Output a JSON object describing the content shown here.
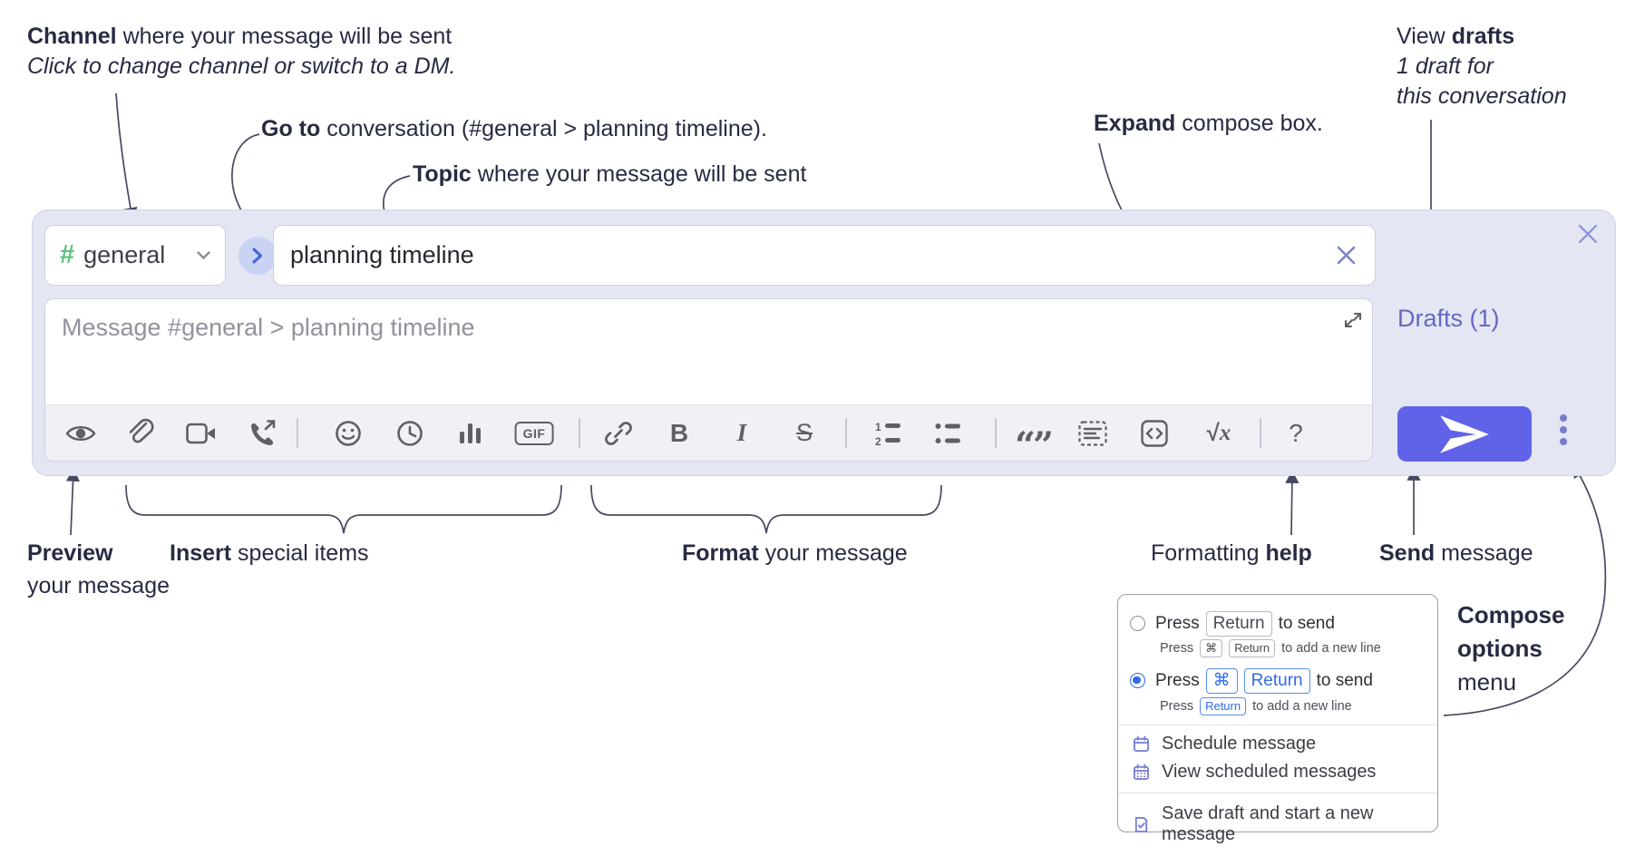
{
  "annotations": {
    "channel": {
      "bold": "Channel",
      "rest": " where your message will be sent",
      "line2": "Click to change channel or switch to a DM."
    },
    "goto": {
      "bold": "Go to",
      "rest": " conversation (#general > planning timeline)."
    },
    "topic": {
      "bold": "Topic",
      "rest": " where your message will be sent"
    },
    "expand": {
      "bold": "Expand",
      "rest": " compose box."
    },
    "drafts": {
      "line1_regular": "View ",
      "line1_bold": "drafts",
      "line2": "1 draft for",
      "line3": "this conversation"
    },
    "preview": {
      "bold": "Preview",
      "line2": "your message"
    },
    "insert": {
      "bold": "Insert",
      "rest": " special items"
    },
    "format": {
      "bold": "Format",
      "rest": " your message"
    },
    "formatting_help": {
      "regular": "Formatting ",
      "bold": "help"
    },
    "send": {
      "bold": "Send",
      "rest": " message"
    },
    "compose_options": {
      "line1": "Compose",
      "line2": "options",
      "line3": "menu"
    }
  },
  "compose": {
    "channel_selector": {
      "hash": "#",
      "label": "general"
    },
    "topic_input": {
      "value": "planning timeline"
    },
    "message_input": {
      "placeholder": "Message #general > planning timeline"
    },
    "drafts_link": "Drafts (1)",
    "toolbar": {
      "gif_label": "GIF",
      "bold_label": "B",
      "italic_label": "I",
      "strike_label": "S",
      "quote_glyph": "“”",
      "math_root": "√",
      "math_x": "x",
      "help_label": "?"
    }
  },
  "menu": {
    "option1": {
      "press": "Press",
      "kbd1": "Return",
      "suffix": "to send",
      "sub_press": "Press",
      "sub_kbd1": "⌘",
      "sub_kbd2": "Return",
      "sub_suffix": "to add a new line"
    },
    "option2": {
      "press": "Press",
      "kbd1": "⌘",
      "kbd2": "Return",
      "suffix": "to send",
      "sub_press": "Press",
      "sub_kbd1": "Return",
      "sub_suffix": "to add a new line"
    },
    "items": [
      {
        "label": "Schedule message"
      },
      {
        "label": "View scheduled messages"
      },
      {
        "label": "Save draft and start a new message"
      }
    ]
  },
  "colors": {
    "container_bg": "#e4e6f4",
    "send_button": "#6063e8",
    "drafts_link": "#6568c2",
    "hash_green": "#5fc17c",
    "accent_blue": "#2f6bea",
    "icon_gray": "#5d6066",
    "periwinkle_icon": "#7b80d2",
    "close_x": "#8a90d8",
    "annotation_ink": "#272b42"
  }
}
